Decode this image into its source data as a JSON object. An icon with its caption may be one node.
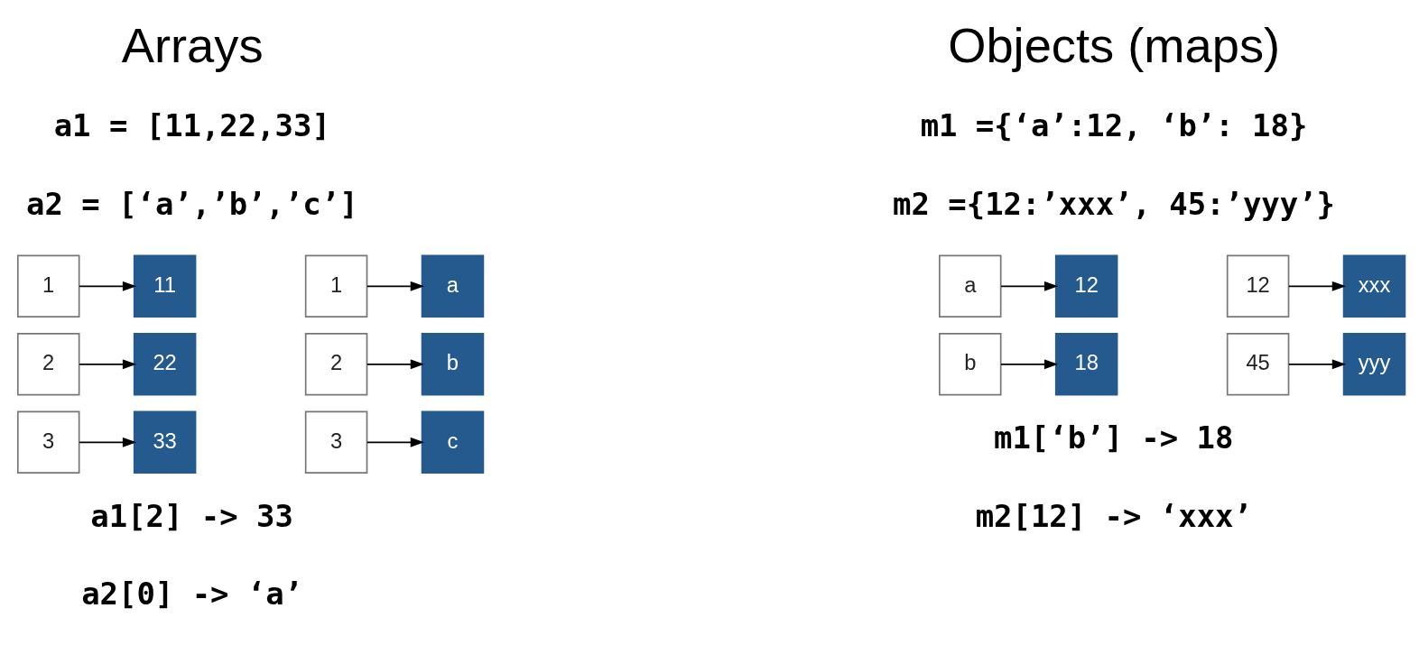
{
  "diagram": {
    "nodes": [
      {
        "text": [
          "1"
        ]
      },
      {
        "text": [
          "11"
        ]
      },
      {
        "text": [
          "1"
        ]
      },
      {
        "text": [
          "a"
        ]
      },
      {
        "text": [
          "2"
        ]
      },
      {
        "text": [
          "22"
        ]
      },
      {
        "text": [
          "2"
        ]
      },
      {
        "text": [
          "b"
        ]
      },
      {
        "text": [
          "3"
        ]
      },
      {
        "text": [
          "33"
        ]
      },
      {
        "text": [
          "3"
        ]
      },
      {
        "text": [
          "c"
        ]
      },
      {
        "text": [
          "a"
        ]
      },
      {
        "text": [
          "12"
        ]
      },
      {
        "text": [
          "12"
        ]
      },
      {
        "text": [
          "xxx"
        ]
      },
      {
        "text": [
          "b"
        ]
      },
      {
        "text": [
          "18"
        ]
      },
      {
        "text": [
          "45"
        ]
      },
      {
        "text": [
          "yyy"
        ]
      }
    ],
    "edges": [
      {
        "from": 0,
        "to": 1,
        "arrow": "to"
      },
      {
        "from": 2,
        "to": 3,
        "arrow": "to"
      },
      {
        "from": 4,
        "to": 5,
        "arrow": "to"
      },
      {
        "from": 6,
        "to": 7,
        "arrow": "to"
      },
      {
        "from": 8,
        "to": 9,
        "arrow": "to"
      },
      {
        "from": 10,
        "to": 11,
        "arrow": "to"
      },
      {
        "from": 12,
        "to": 13,
        "arrow": "to"
      },
      {
        "from": 14,
        "to": 15,
        "arrow": "to"
      },
      {
        "from": 16,
        "to": 17,
        "arrow": "to"
      },
      {
        "from": 18,
        "to": 19,
        "arrow": "to"
      }
    ],
    "labels": [
      "Arrays",
      "Objects (maps)",
      "a1 = [11,22,33]",
      "a2 = [‘a’,’b’,’c’]",
      "m1 ={‘a’:12, ‘b’: 18}",
      "m2 ={12:’xxx’, 45:’yyy’}",
      "a1[2] -> 33",
      "a2[0] -> ‘a’",
      "m1[‘b’] -> 18",
      "m2[12] -> ‘xxx’"
    ]
  }
}
